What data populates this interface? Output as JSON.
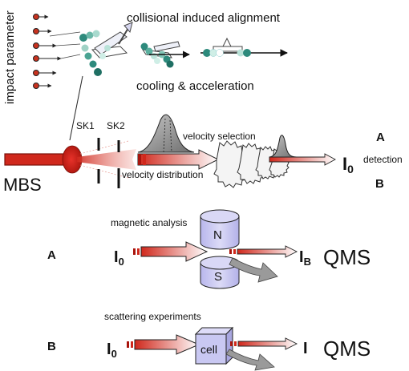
{
  "labels": {
    "impact_parameter": "impact parameter",
    "collisional_alignment": "collisional induced alignment",
    "cooling_acceleration": "cooling & acceleration",
    "sk1": "SK1",
    "sk2": "SK2",
    "velocity_selection": "velocity selection",
    "velocity_distribution": "velocity distribution",
    "mbs": "MBS",
    "i0": "I",
    "i0_sub": "0",
    "detection": "detection",
    "label_a": "A",
    "label_b": "B"
  },
  "panel_a": {
    "label": "A",
    "title": "magnetic analysis",
    "i0": "I",
    "i0_sub": "0",
    "magnet_n": "N",
    "magnet_s": "S",
    "ib": "I",
    "ib_sub": "B",
    "detector": "QMS"
  },
  "panel_b": {
    "label": "B",
    "title": "scattering experiments",
    "i0": "I",
    "i0_sub": "0",
    "cell": "cell",
    "i": "I",
    "detector": "QMS"
  },
  "colors": {
    "beam_red": "#d0281c",
    "beam_dark": "#8a0f08",
    "magnet_fill": "#c9c8f2",
    "cell_fill": "#c9c8f2",
    "molecule_teal": "#2d8a7c",
    "molecule_light": "#b9e2d8",
    "deflect_gray": "#9a9a9a"
  }
}
